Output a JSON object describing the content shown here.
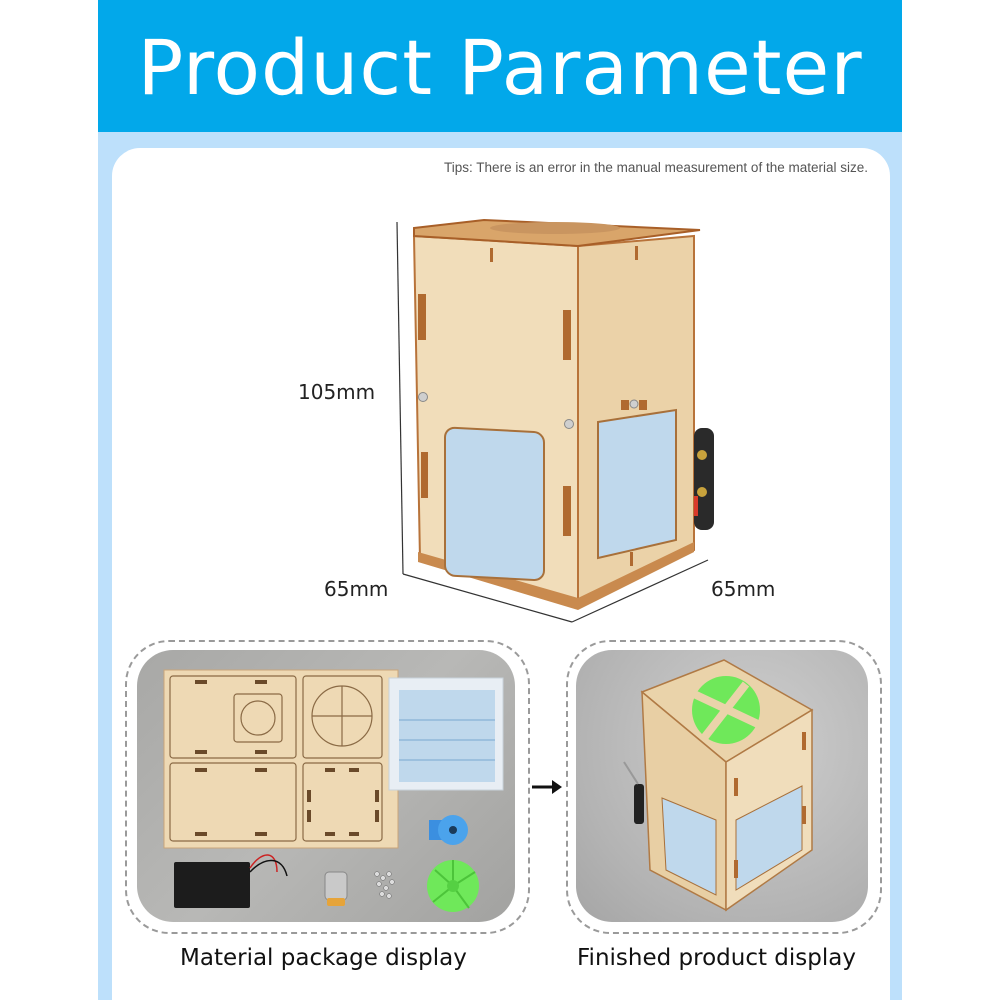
{
  "header": {
    "title": "Product Parameter"
  },
  "tips": "Tips: There is an error in the manual measurement of the material size.",
  "dimensions": {
    "height": "105mm",
    "length_left": "65mm",
    "length_right": "65mm"
  },
  "panels": {
    "material": {
      "caption": "Material package display"
    },
    "finished": {
      "caption": "Finished product display"
    }
  },
  "colors": {
    "header_blue": "#02A8EA",
    "frame_light_blue": "#BDE0FB",
    "wood": "#EED9B4",
    "filter_blue": "#BFD8EC",
    "fan_green": "#6FE85A"
  }
}
